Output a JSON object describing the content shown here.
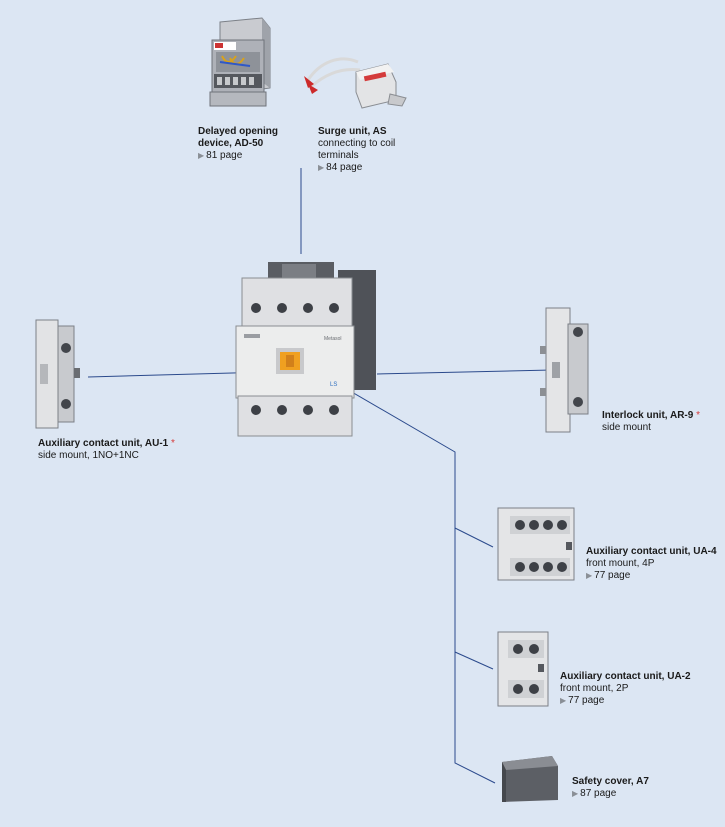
{
  "components": {
    "delayed_opening": {
      "title_line1": "Delayed opening",
      "title_line2": "device, AD-50",
      "page": "81 page"
    },
    "surge_unit": {
      "title": "Surge unit, AS",
      "line2": "connecting to coil",
      "line3": "terminals",
      "page": "84 page"
    },
    "aux_au1": {
      "title": "Auxiliary contact unit, AU-1",
      "star": "*",
      "line2": "side mount, 1NO+1NC"
    },
    "interlock_ar9": {
      "title": "Interlock unit, AR-9",
      "star": "*",
      "line2": "side mount"
    },
    "aux_ua4": {
      "title": "Auxiliary contact unit, UA-4",
      "line2": "front mount, 4P",
      "page": "77 page"
    },
    "aux_ua2": {
      "title": "Auxiliary contact unit, UA-2",
      "line2": "front mount, 2P",
      "page": "77 page"
    },
    "safety_cover": {
      "title": "Safety cover, A7",
      "page": "87 page"
    }
  },
  "contactor": {
    "brand_mark": "LS",
    "model_text": "Metasol"
  },
  "colors": {
    "background": "#dce6f3",
    "connector_line": "#2b4a8c",
    "star": "#d63a3a"
  },
  "icons": {
    "page_arrow": "right-triangle-icon"
  }
}
